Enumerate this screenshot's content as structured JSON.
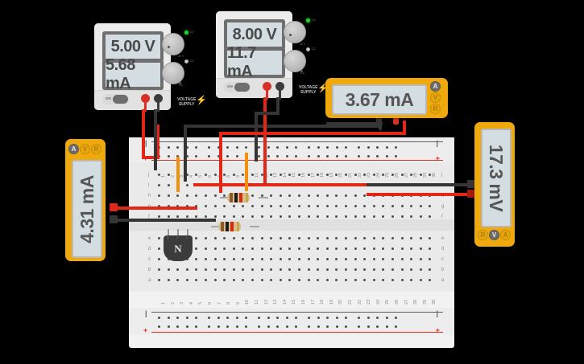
{
  "app": {
    "background": "#000000",
    "accent": "#efa90d"
  },
  "power_supplies": [
    {
      "name": "power-supply-1",
      "voltage_display": "5.00 V",
      "current_display": "5.68 mA",
      "voltage_knob_min": "0",
      "voltage_knob_max": "30 V",
      "current_knob_min": "0",
      "current_knob_max": "5 A",
      "voltage_led_label": "CV",
      "current_led_label": "CC",
      "voltage_led_state": "on",
      "current_led_state": "off",
      "switch_label": "ON",
      "switch_state": "on",
      "brand_line1": "VOLTAGE",
      "brand_line2": "SUPPLY"
    },
    {
      "name": "power-supply-2",
      "voltage_display": "8.00 V",
      "current_display": "11.7 mA",
      "voltage_knob_min": "0",
      "voltage_knob_max": "30 V",
      "current_knob_min": "0",
      "current_knob_max": "5 A",
      "voltage_led_label": "CV",
      "current_led_label": "CC",
      "voltage_led_state": "on",
      "current_led_state": "off",
      "switch_label": "ON",
      "switch_state": "on",
      "brand_line1": "VOLTAGE",
      "brand_line2": "SUPPLY"
    }
  ],
  "multimeters": [
    {
      "name": "multimeter-left",
      "display": "4.31 mA",
      "orientation": "vertical-ccw",
      "mode_buttons": [
        "A",
        "V",
        "R"
      ],
      "selected_mode": "A"
    },
    {
      "name": "multimeter-top-right",
      "display": "3.67 mA",
      "orientation": "horizontal",
      "mode_buttons": [
        "A",
        "V",
        "R"
      ],
      "selected_mode": "A"
    },
    {
      "name": "multimeter-right",
      "display": "17.3 mV",
      "orientation": "vertical-cw",
      "mode_buttons": [
        "R",
        "V",
        "A"
      ],
      "selected_mode": "V"
    }
  ],
  "breadboard": {
    "name": "breadboard-30-column",
    "columns": [
      "1",
      "2",
      "3",
      "4",
      "5",
      "6",
      "7",
      "8",
      "9",
      "10",
      "11",
      "12",
      "13",
      "14",
      "15",
      "16",
      "17",
      "18",
      "19",
      "20",
      "21",
      "22",
      "23",
      "24",
      "25",
      "26",
      "27",
      "28",
      "29",
      "30"
    ],
    "rows_top": [
      "j",
      "i",
      "h",
      "g",
      "f"
    ],
    "rows_bottom": [
      "e",
      "d",
      "c",
      "b",
      "a"
    ],
    "rail_negative_symbol": "|",
    "rail_positive_symbol": "+"
  },
  "components": [
    {
      "name": "resistor-1",
      "bands": [
        "#8a5a2b",
        "#1c1c1c",
        "#d12b12",
        "#c8a84b"
      ],
      "body_color": "#d9bd8c"
    },
    {
      "name": "resistor-2",
      "bands": [
        "#8a5a2b",
        "#1c1c1c",
        "#d12b12",
        "#c8a84b"
      ],
      "body_color": "#d9bd8c"
    },
    {
      "name": "npn-transistor",
      "label": "N",
      "pins": [
        "3",
        "2",
        "1"
      ]
    }
  ],
  "wire_colors": {
    "red": "#e02718",
    "black": "#353535",
    "orange": "#f0920e"
  }
}
